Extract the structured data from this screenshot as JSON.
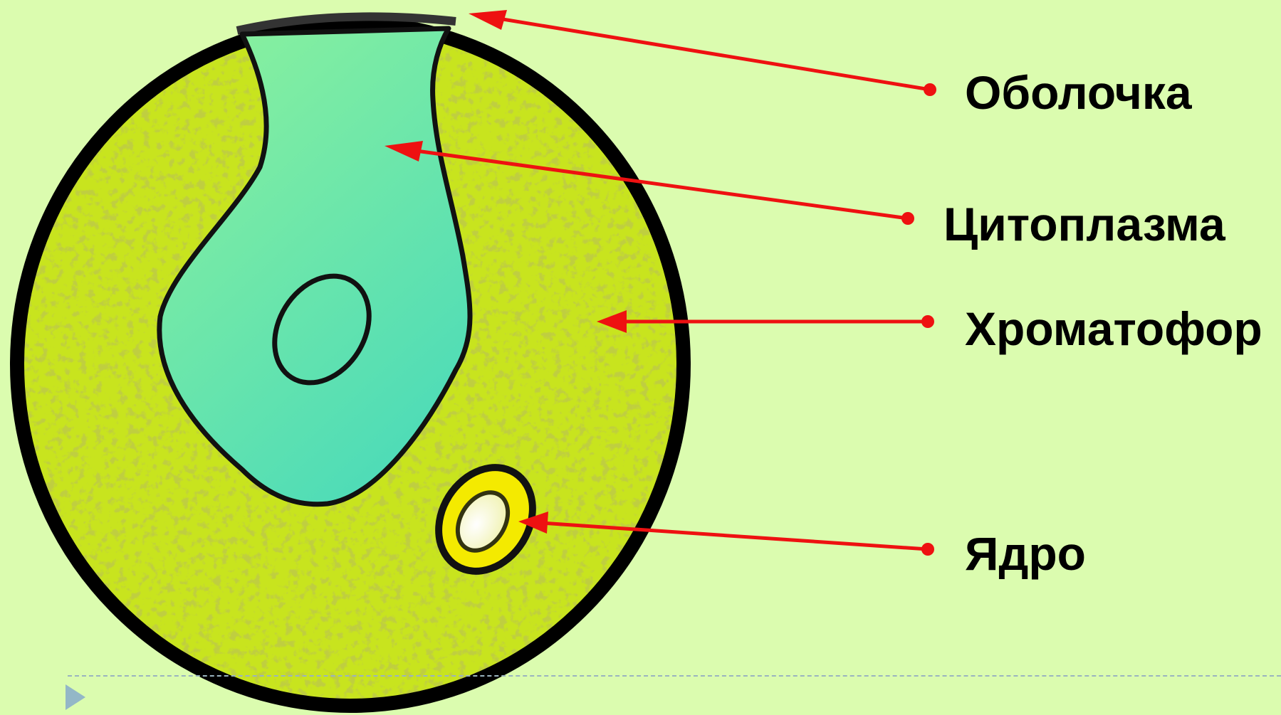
{
  "colors": {
    "background": "#dbfcaf",
    "cell_membrane": "#000000",
    "chromatophore": "#c8e41e",
    "chromatophore_texture": "#8ea60f",
    "cytoplasm_top": "#8ef29c",
    "cytoplasm_bottom": "#4fdcb7",
    "nucleus_ring": "#f4ea00",
    "nucleus_inner": "#fbfbd8",
    "arrow": "#ee1111",
    "divider": "#9ab3bf",
    "nav_icon": "#93b7c7"
  },
  "labels": {
    "membrane": "Оболочка",
    "cytoplasm": "Цитоплазма",
    "chromatophore": "Хроматофор",
    "nucleus": "Ядро"
  },
  "icons": {
    "nav": "next-slide-triangle-icon"
  }
}
